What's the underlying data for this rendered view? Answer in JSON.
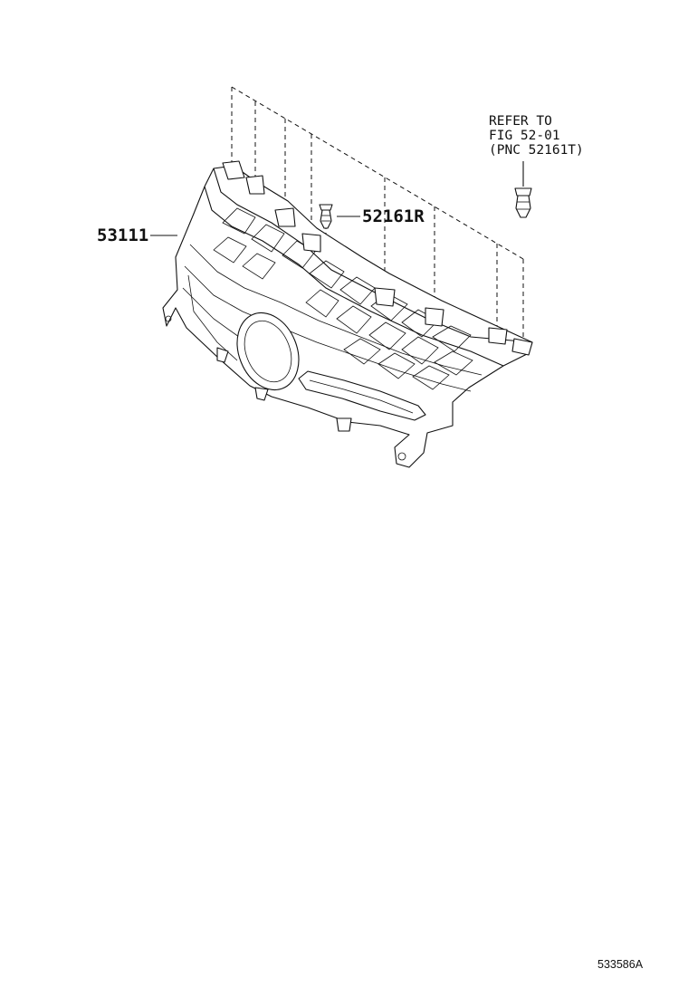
{
  "callouts": {
    "grille": "53111",
    "clip": "52161R",
    "refer_line1": "REFER TO",
    "refer_line2": "FIG 52-01",
    "refer_line3": "(PNC 52161T)"
  },
  "diagram_code": "533586A"
}
